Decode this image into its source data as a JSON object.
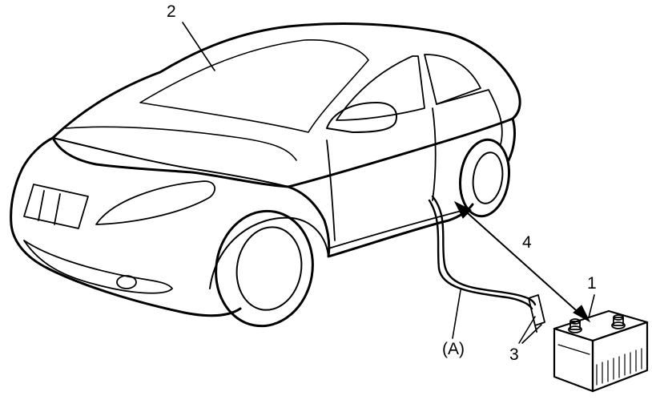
{
  "diagram": {
    "callouts": {
      "part_1": "1",
      "part_2": "2",
      "part_3": "3",
      "part_4": "4",
      "part_a": "(A)"
    },
    "colors": {
      "cover_fill": "#c8c8c8",
      "line": "#000000",
      "background": "#ffffff"
    }
  }
}
